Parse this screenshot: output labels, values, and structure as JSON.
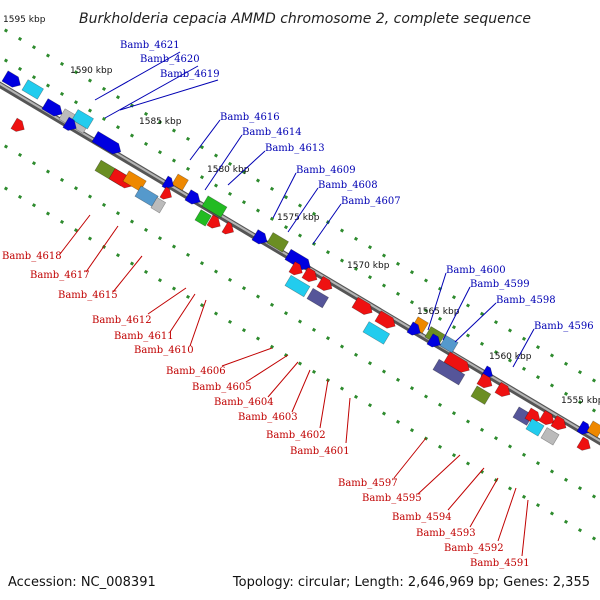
{
  "title": "Burkholderia cepacia AMMD chromosome 2, complete sequence",
  "footer": {
    "accession": "Accession: NC_008391",
    "summary": "Topology: circular; Length: 2,646,969 bp; Genes: 2,355"
  },
  "colors": {
    "forward_label": "#0000b3",
    "reverse_label": "#c00000",
    "backbone": "#777777",
    "tick_dot": "#2e8b2e"
  },
  "ticks": [
    "1595 kbp",
    "1590 kbp",
    "1585 kbp",
    "1580 kbp",
    "1575 kbp",
    "1570 kbp",
    "1565 kbp",
    "1560 kbp",
    "1555 kbp"
  ],
  "forward_genes": [
    "Bamb_4621",
    "Bamb_4620",
    "Bamb_4619",
    "Bamb_4616",
    "Bamb_4614",
    "Bamb_4613",
    "Bamb_4609",
    "Bamb_4608",
    "Bamb_4607",
    "Bamb_4600",
    "Bamb_4599",
    "Bamb_4598",
    "Bamb_4596"
  ],
  "reverse_genes": [
    "Bamb_4618",
    "Bamb_4617",
    "Bamb_4615",
    "Bamb_4612",
    "Bamb_4611",
    "Bamb_4610",
    "Bamb_4606",
    "Bamb_4605",
    "Bamb_4604",
    "Bamb_4603",
    "Bamb_4602",
    "Bamb_4601",
    "Bamb_4597",
    "Bamb_4595",
    "Bamb_4594",
    "Bamb_4593",
    "Bamb_4592",
    "Bamb_4591"
  ]
}
